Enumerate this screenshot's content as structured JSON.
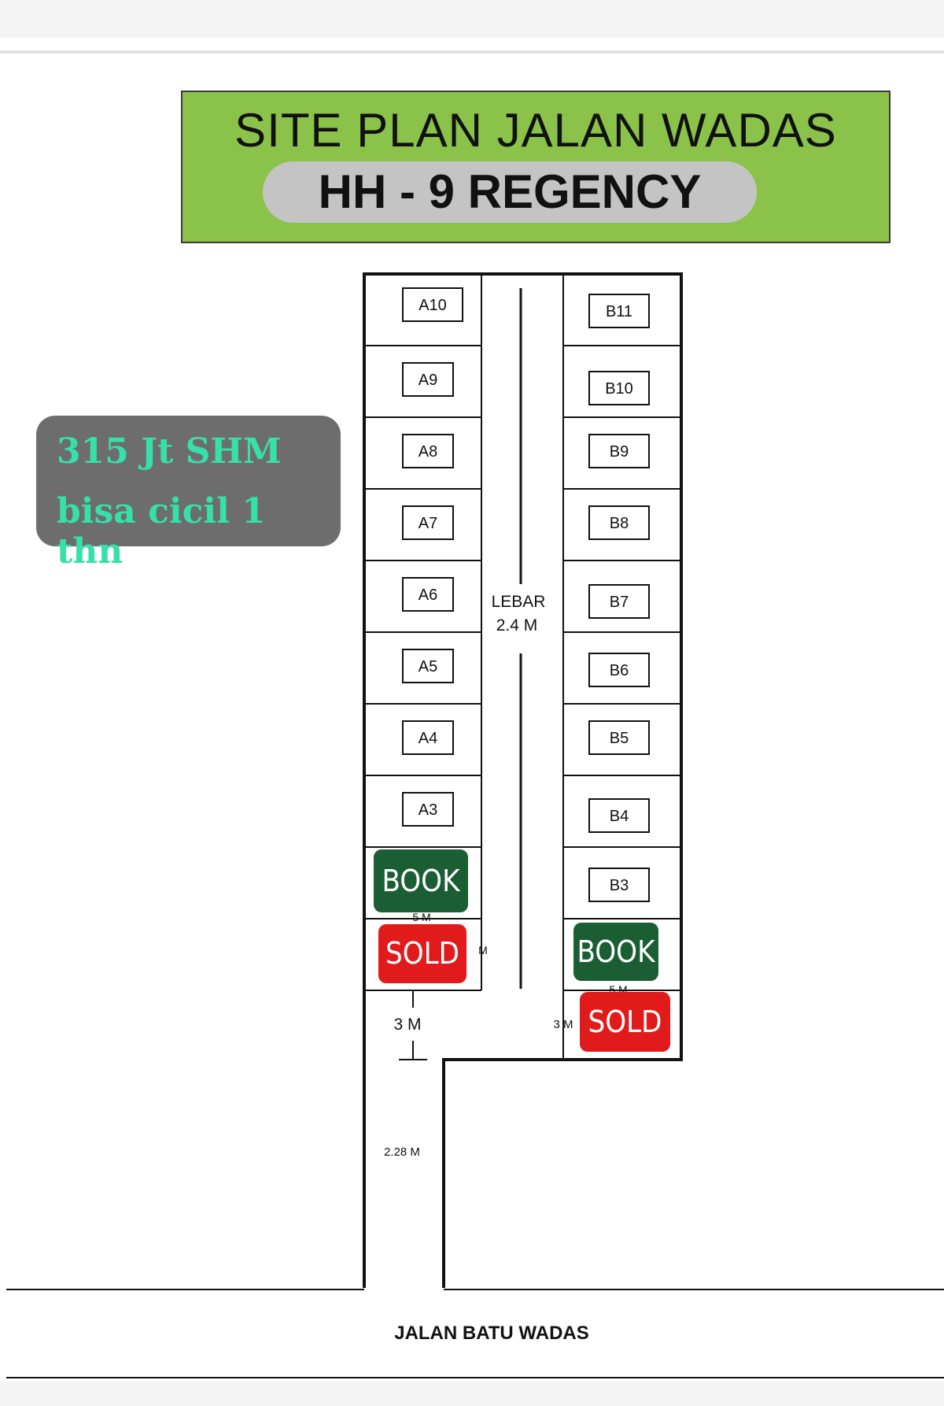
{
  "header": {
    "title": "SITE PLAN JALAN WADAS",
    "subtitle": "HH - 9 REGENCY",
    "banner_color": "#8bc34a",
    "pill_color": "#c4c4c4"
  },
  "price_box": {
    "line1": "315 Jt SHM",
    "line2": "bisa cicil 1 thn",
    "text_color": "#36e0a8",
    "bg_color": "#6d6d6d"
  },
  "plots": {
    "left": [
      "A10",
      "A9",
      "A8",
      "A7",
      "A6",
      "A5",
      "A4",
      "A3"
    ],
    "right": [
      "B11",
      "B10",
      "B9",
      "B8",
      "B7",
      "B6",
      "B5",
      "B4",
      "B3"
    ]
  },
  "status_markers": {
    "left_book": "BOOK",
    "left_sold": "SOLD",
    "right_book": "BOOK",
    "right_sold": "SOLD",
    "book_color": "#1b5e33",
    "sold_color": "#e11b1b"
  },
  "dimensions": {
    "lane_line1": "LEBAR",
    "lane_line2": "2.4 M",
    "left_gap": "3 M",
    "right_gap": "3 M",
    "access_width": "2.28 M",
    "small_left_top": "5 M",
    "small_left_side": "M",
    "small_right_top": "5 M"
  },
  "road": {
    "name": "JALAN BATU WADAS"
  }
}
